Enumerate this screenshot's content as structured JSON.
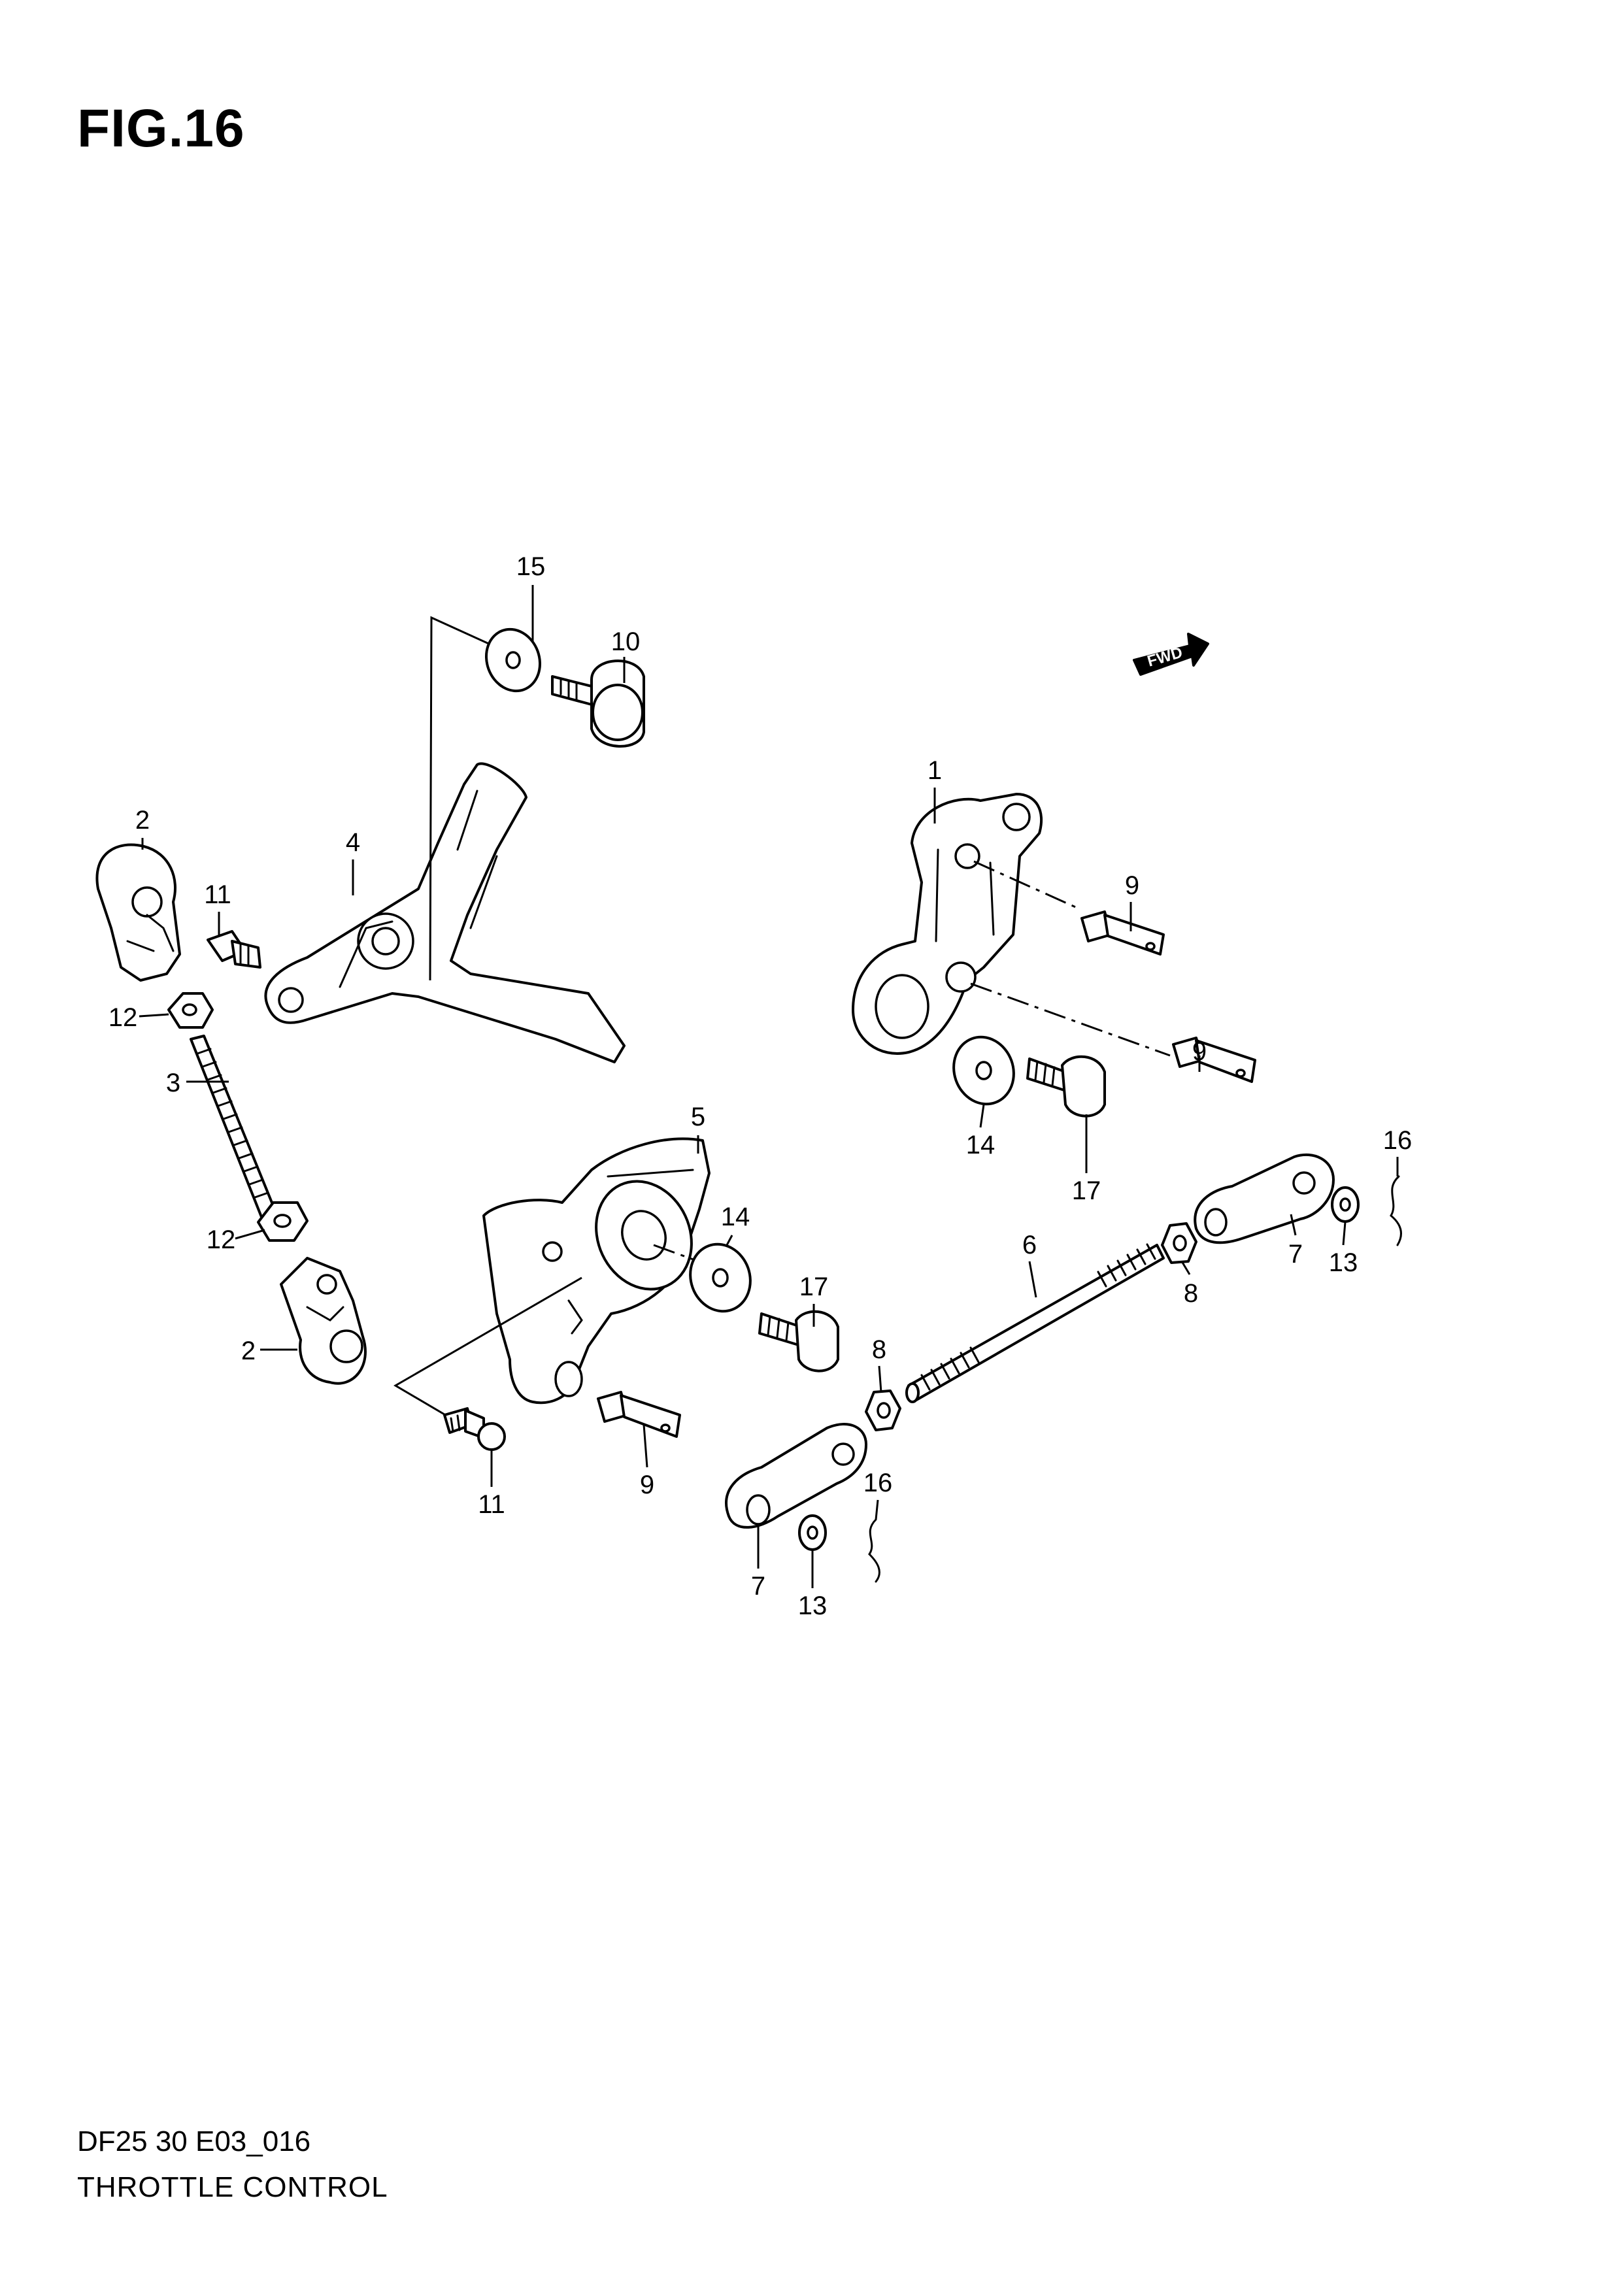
{
  "figure": {
    "title": "FIG.16",
    "code": "DF25 30 E03_016",
    "name": "THROTTLE CONTROL",
    "fwd_label": "FWD"
  },
  "callouts": [
    {
      "id": "c15",
      "label": "15"
    },
    {
      "id": "c10",
      "label": "10"
    },
    {
      "id": "c1",
      "label": "1"
    },
    {
      "id": "c2a",
      "label": "2"
    },
    {
      "id": "c4",
      "label": "4"
    },
    {
      "id": "c11a",
      "label": "11"
    },
    {
      "id": "c12a",
      "label": "12"
    },
    {
      "id": "c3",
      "label": "3"
    },
    {
      "id": "c9a",
      "label": "9"
    },
    {
      "id": "c9b",
      "label": "9"
    },
    {
      "id": "c14a",
      "label": "14"
    },
    {
      "id": "c17a",
      "label": "17"
    },
    {
      "id": "c16a",
      "label": "16"
    },
    {
      "id": "c5",
      "label": "5"
    },
    {
      "id": "c14b",
      "label": "14"
    },
    {
      "id": "c12b",
      "label": "12"
    },
    {
      "id": "c7a",
      "label": "7"
    },
    {
      "id": "c13a",
      "label": "13"
    },
    {
      "id": "c6",
      "label": "6"
    },
    {
      "id": "c8a",
      "label": "8"
    },
    {
      "id": "c17b",
      "label": "17"
    },
    {
      "id": "c2b",
      "label": "2"
    },
    {
      "id": "c8b",
      "label": "8"
    },
    {
      "id": "c16b",
      "label": "16"
    },
    {
      "id": "c11b",
      "label": "11"
    },
    {
      "id": "c9c",
      "label": "9"
    },
    {
      "id": "c7b",
      "label": "7"
    },
    {
      "id": "c13b",
      "label": "13"
    }
  ]
}
